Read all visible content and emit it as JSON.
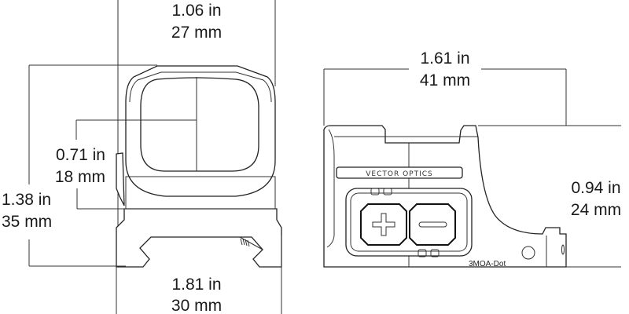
{
  "front_view": {
    "width": {
      "in": "1.06 in",
      "mm": "27 mm"
    },
    "window_height": {
      "in": "0.71 in",
      "mm": "18 mm"
    },
    "total_height": {
      "in": "1.38 in",
      "mm": "35 mm"
    },
    "base_width": {
      "in": "1.81 in",
      "mm": "30 mm"
    }
  },
  "side_view": {
    "length": {
      "in": "1.61 in",
      "mm": "41 mm"
    },
    "height": {
      "in": "0.94 in",
      "mm": "24 mm"
    },
    "brand_logo": "VECTOR OPTICS",
    "reticle_label": "3MOA-Dot",
    "buttons": [
      {
        "name": "brightness-up",
        "icon": "plus-icon"
      },
      {
        "name": "brightness-down",
        "icon": "minus-icon"
      }
    ]
  }
}
